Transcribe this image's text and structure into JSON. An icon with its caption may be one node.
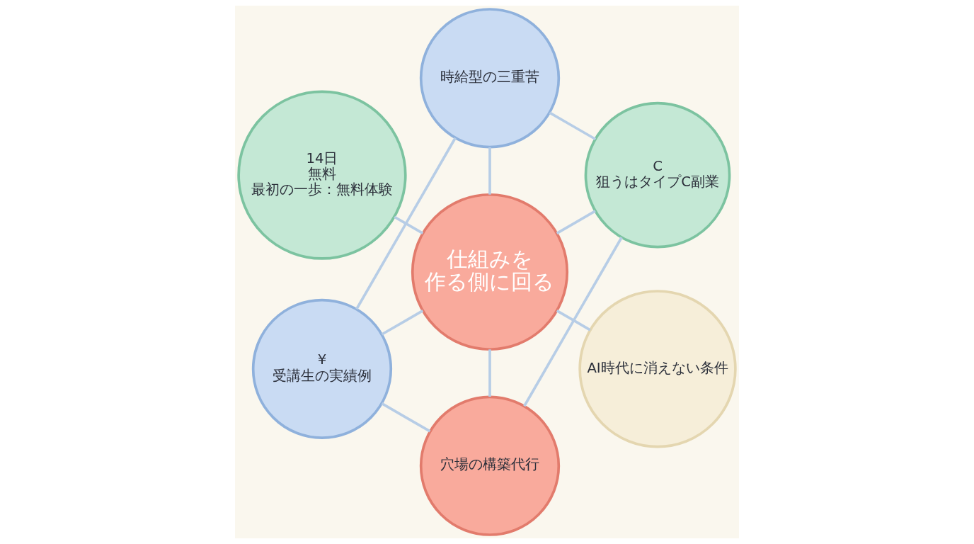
{
  "diagram": {
    "nodes": [
      {
        "text": [
          "仕組みを作る側に回る"
        ]
      },
      {
        "text": [
          "時給型の三重苦"
        ]
      },
      {
        "text": [
          "C",
          "狙うはタイプC副業"
        ]
      },
      {
        "text": [
          "14日",
          "無料",
          "最初の一歩：無料体験"
        ]
      },
      {
        "text": [
          "AI時代に消えない条件"
        ]
      },
      {
        "text": [
          "¥",
          "受講生の実績例"
        ]
      },
      {
        "text": [
          "穴場の構築代行"
        ]
      }
    ],
    "edges": [
      {
        "from": 0,
        "to": 2,
        "arrow": "none"
      },
      {
        "from": 0,
        "to": 1,
        "arrow": "none"
      },
      {
        "from": 0,
        "to": 3,
        "arrow": "none"
      },
      {
        "from": 0,
        "to": 5,
        "arrow": "none"
      },
      {
        "from": 0,
        "to": 6,
        "arrow": "none"
      },
      {
        "from": 0,
        "to": 4,
        "arrow": "none"
      },
      {
        "from": 1,
        "to": 2,
        "arrow": "none"
      },
      {
        "from": 2,
        "to": 6,
        "arrow": "none"
      },
      {
        "from": 6,
        "to": 5,
        "arrow": "none"
      },
      {
        "from": 5,
        "to": 1,
        "arrow": "none"
      }
    ]
  }
}
